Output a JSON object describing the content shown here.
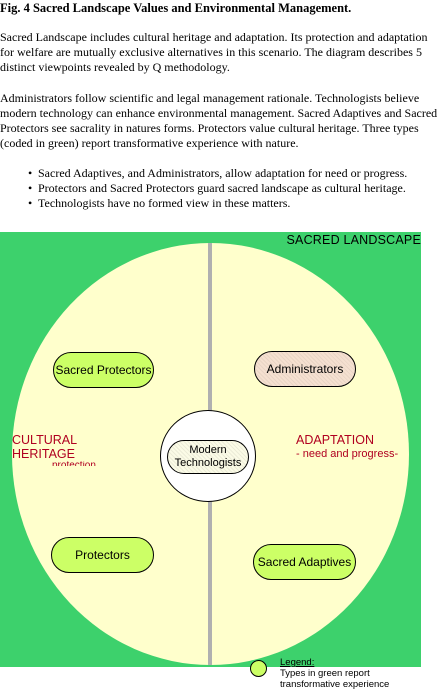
{
  "figure": {
    "title": "Fig. 4  Sacred Landscape Values and Environmental Management."
  },
  "text": {
    "intro": "Sacred Landscape includes cultural heritage and  adaptation. Its protection and adaptation for welfare are mutually exclusive alternatives in this scenario.  The diagram describes 5 distinct viewpoints revealed by Q methodology.",
    "types": "Administrators follow scientific and legal management rationale. Technologists believe modern technology can enhance environmental management.  Sacred Adaptives and Sacred Protectors see sacrality in natures forms.  Protectors value cultural heritage.  Three types (coded in green) report transformative experience with nature."
  },
  "bullets": [
    "Sacred Adaptives, and  Administrators, allow adaptation for need or progress.",
    "Protectors and Sacred Protectors guard sacred landscape as cultural heritage.",
    "Technologists have no formed view in these matters."
  ],
  "diagram": {
    "landscape_title": "SACRED LANDSCAPE",
    "left_label": {
      "line1": "CULTURAL",
      "line2": "HERITAGE",
      "sub": "protection"
    },
    "right_label": {
      "line1": "ADAPTATION",
      "sub": "- need and progress-"
    },
    "nodes": {
      "sacred_protectors": "Sacred Protectors",
      "administrators": "Administrators",
      "protectors": "Protectors",
      "sacred_adaptives": "Sacred Adaptives",
      "center_line1": "Modern",
      "center_line2": "Technologists"
    },
    "colors": {
      "outer": "#3dd16c",
      "circle": "#ffffcc",
      "green_node": "#ccff66",
      "non_green_node": "#f5e0d0",
      "label_red": "#b00020"
    }
  },
  "legend": {
    "title": "Legend:",
    "description": "Types in green report transformative experience"
  }
}
